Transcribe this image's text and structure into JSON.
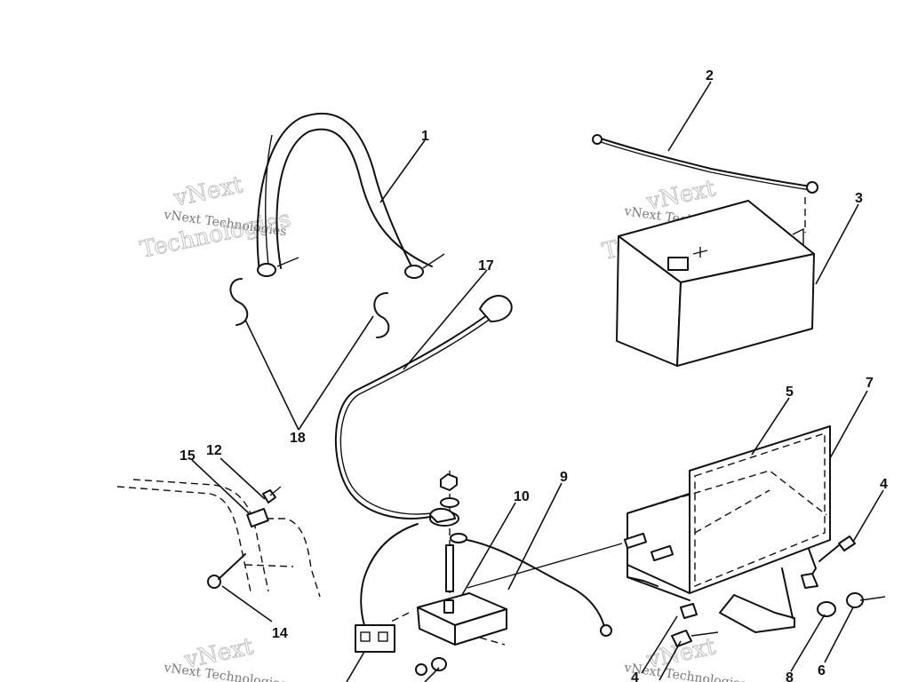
{
  "watermark": {
    "brand": "vNext",
    "company": "vNext Technologies",
    "word": "Technologies"
  },
  "callouts": {
    "c1": "1",
    "c2": "2",
    "c3": "3",
    "c4a": "4",
    "c4b": "4",
    "c5": "5",
    "c6": "6",
    "c7": "7",
    "c8": "8",
    "c9": "9",
    "c10": "10",
    "c12": "12",
    "c14": "14",
    "c15": "15",
    "c17": "17",
    "c18": "18"
  }
}
